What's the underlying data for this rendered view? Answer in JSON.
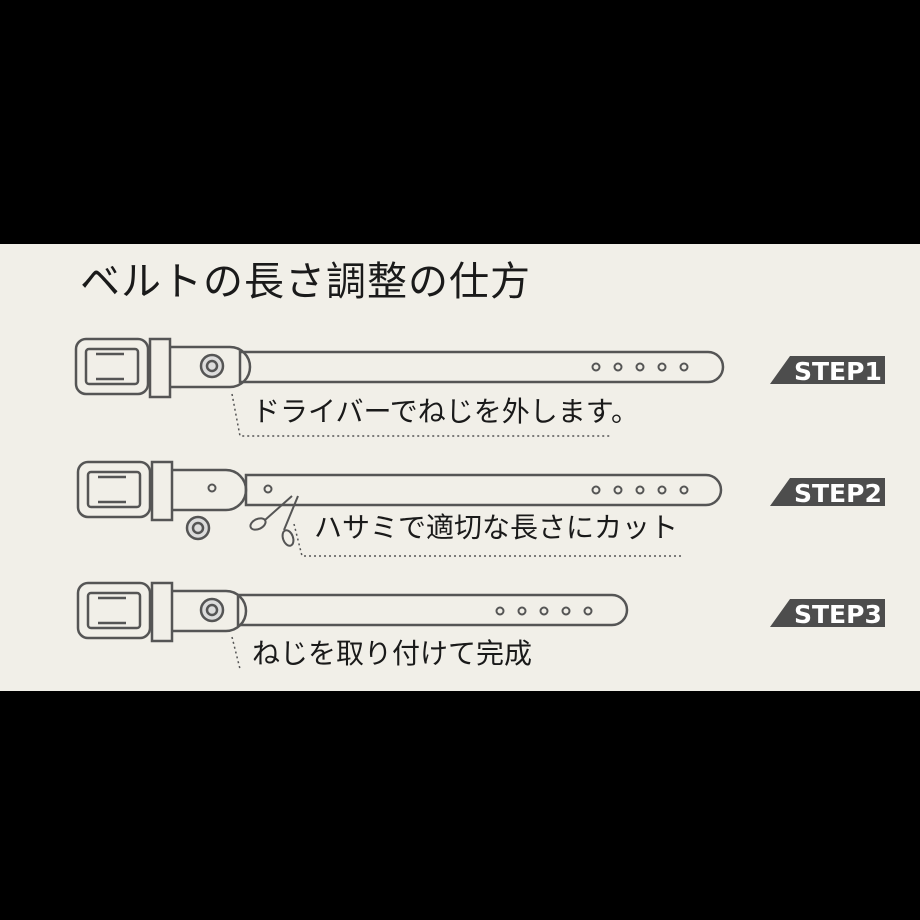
{
  "title": "ベルトの長さ調整の仕方",
  "steps": [
    {
      "badge": "STEP1",
      "caption": "ドライバーでねじを外します。"
    },
    {
      "badge": "STEP2",
      "caption": "ハサミで適切な長さにカット"
    },
    {
      "badge": "STEP3",
      "caption": "ねじを取り付けて完成"
    }
  ],
  "colors": {
    "background": "#000000",
    "panel": "#f1efe8",
    "line": "#555555",
    "badge": "#4d4d4d"
  },
  "icons": [
    "belt-buckle-icon",
    "screw-icon",
    "scissors-icon"
  ]
}
